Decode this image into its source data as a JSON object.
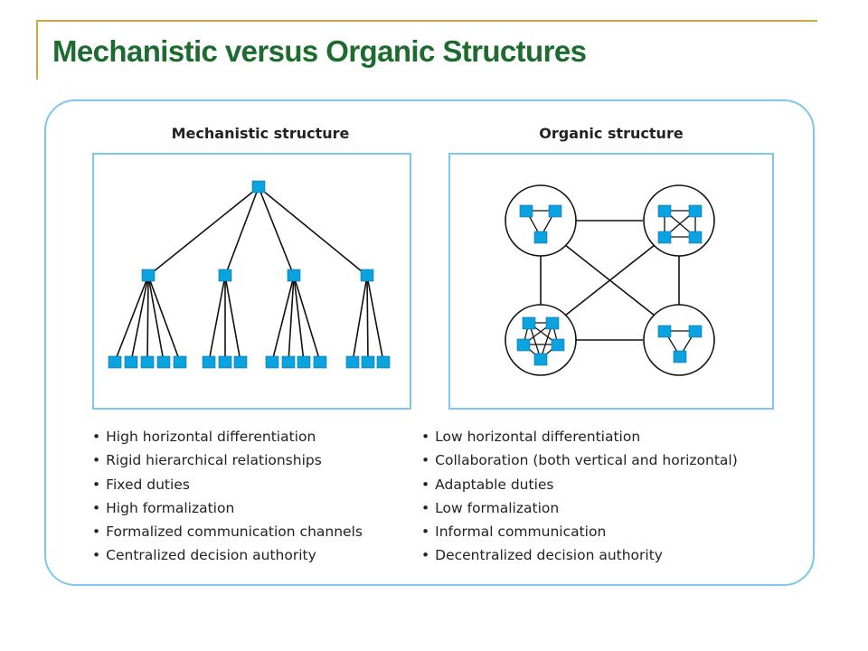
{
  "slide": {
    "title": "Mechanistic versus Organic Structures",
    "accent_color": "#1e6b2f",
    "rule_color": "#c8a84a",
    "frame_color": "#7cc7ec",
    "node_color": "#0aa3e0"
  },
  "mechanistic": {
    "heading": "Mechanistic structure",
    "bullets": [
      "High horizontal differentiation",
      "Rigid hierarchical relationships",
      "Fixed duties",
      "High formalization",
      "Formalized communication channels",
      "Centralized decision authority"
    ]
  },
  "organic": {
    "heading": "Organic structure",
    "bullets": [
      "Low horizontal differentiation",
      "Collaboration (both vertical and horizontal)",
      "Adaptable duties",
      "Low formalization",
      "Informal communication",
      "Decentralized decision authority"
    ]
  }
}
